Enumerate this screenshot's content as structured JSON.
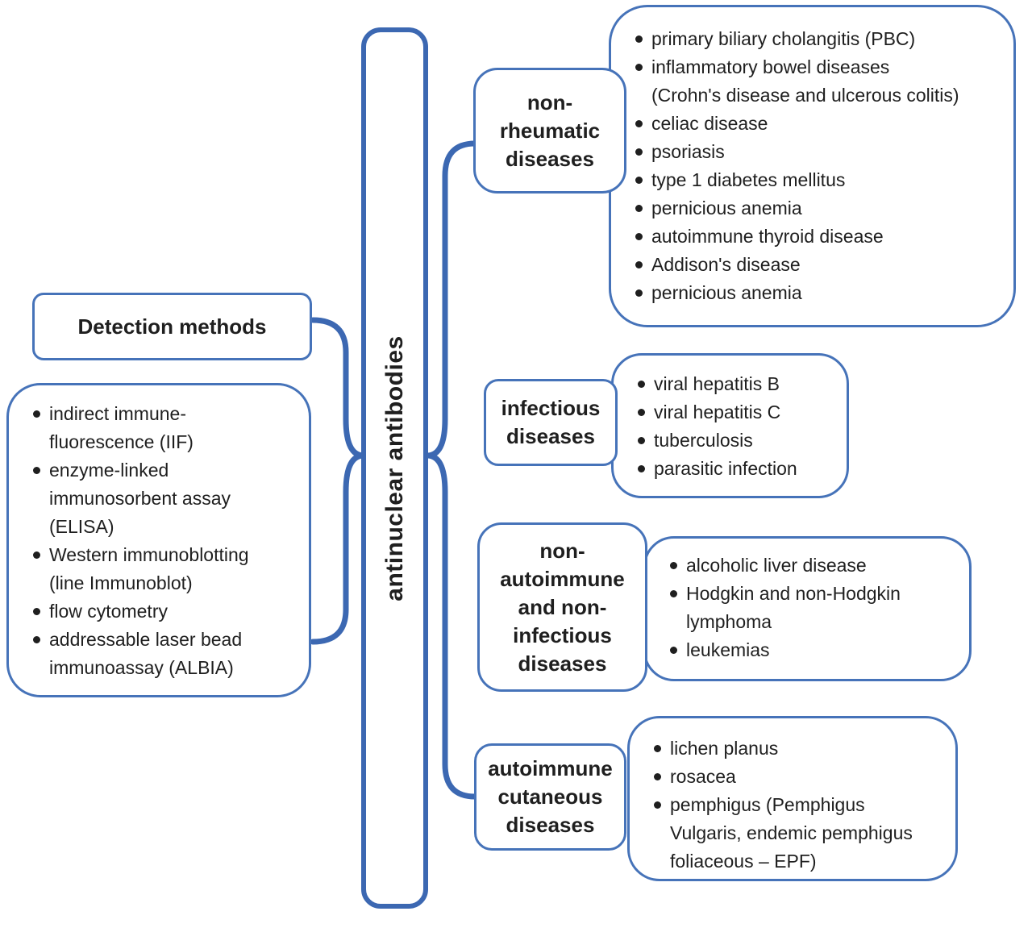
{
  "diagram": {
    "center": {
      "label": "antinuclear antibodies"
    },
    "left": {
      "header": "Detection methods",
      "methods": [
        "indirect immune-\nfluorescence (IIF)",
        "enzyme-linked\nimmunosorbent assay\n(ELISA)",
        "Western immunoblotting\n(line Immunoblot)",
        "flow cytometry",
        "addressable laser bead\nimmunoassay (ALBIA)"
      ]
    },
    "right_groups": [
      {
        "label": "non-\nrheumatic\ndiseases",
        "items": [
          "primary biliary cholangitis (PBC)",
          "inflammatory bowel diseases\n(Crohn's disease and ulcerous colitis)",
          "celiac disease",
          "psoriasis",
          "type 1 diabetes mellitus",
          "pernicious anemia",
          "autoimmune thyroid disease",
          "Addison's disease",
          "pernicious anemia"
        ]
      },
      {
        "label": "infectious\ndiseases",
        "items": [
          "viral hepatitis B",
          "viral hepatitis C",
          "tuberculosis",
          "parasitic infection"
        ]
      },
      {
        "label": "non-\nautoimmune\nand non-\ninfectious\ndiseases",
        "items": [
          "alcoholic liver disease",
          "Hodgkin and non-Hodgkin\nlymphoma",
          "leukemias"
        ]
      },
      {
        "label": "autoimmune\ncutaneous\ndiseases",
        "items": [
          "lichen planus",
          "rosacea",
          "pemphigus (Pemphigus\nVulgaris, endemic pemphigus\nfoliaceous – EPF)"
        ]
      }
    ],
    "colors": {
      "box_border": "#4673b9",
      "accent": "#3c68b2",
      "text": "#1f1f1f"
    }
  }
}
